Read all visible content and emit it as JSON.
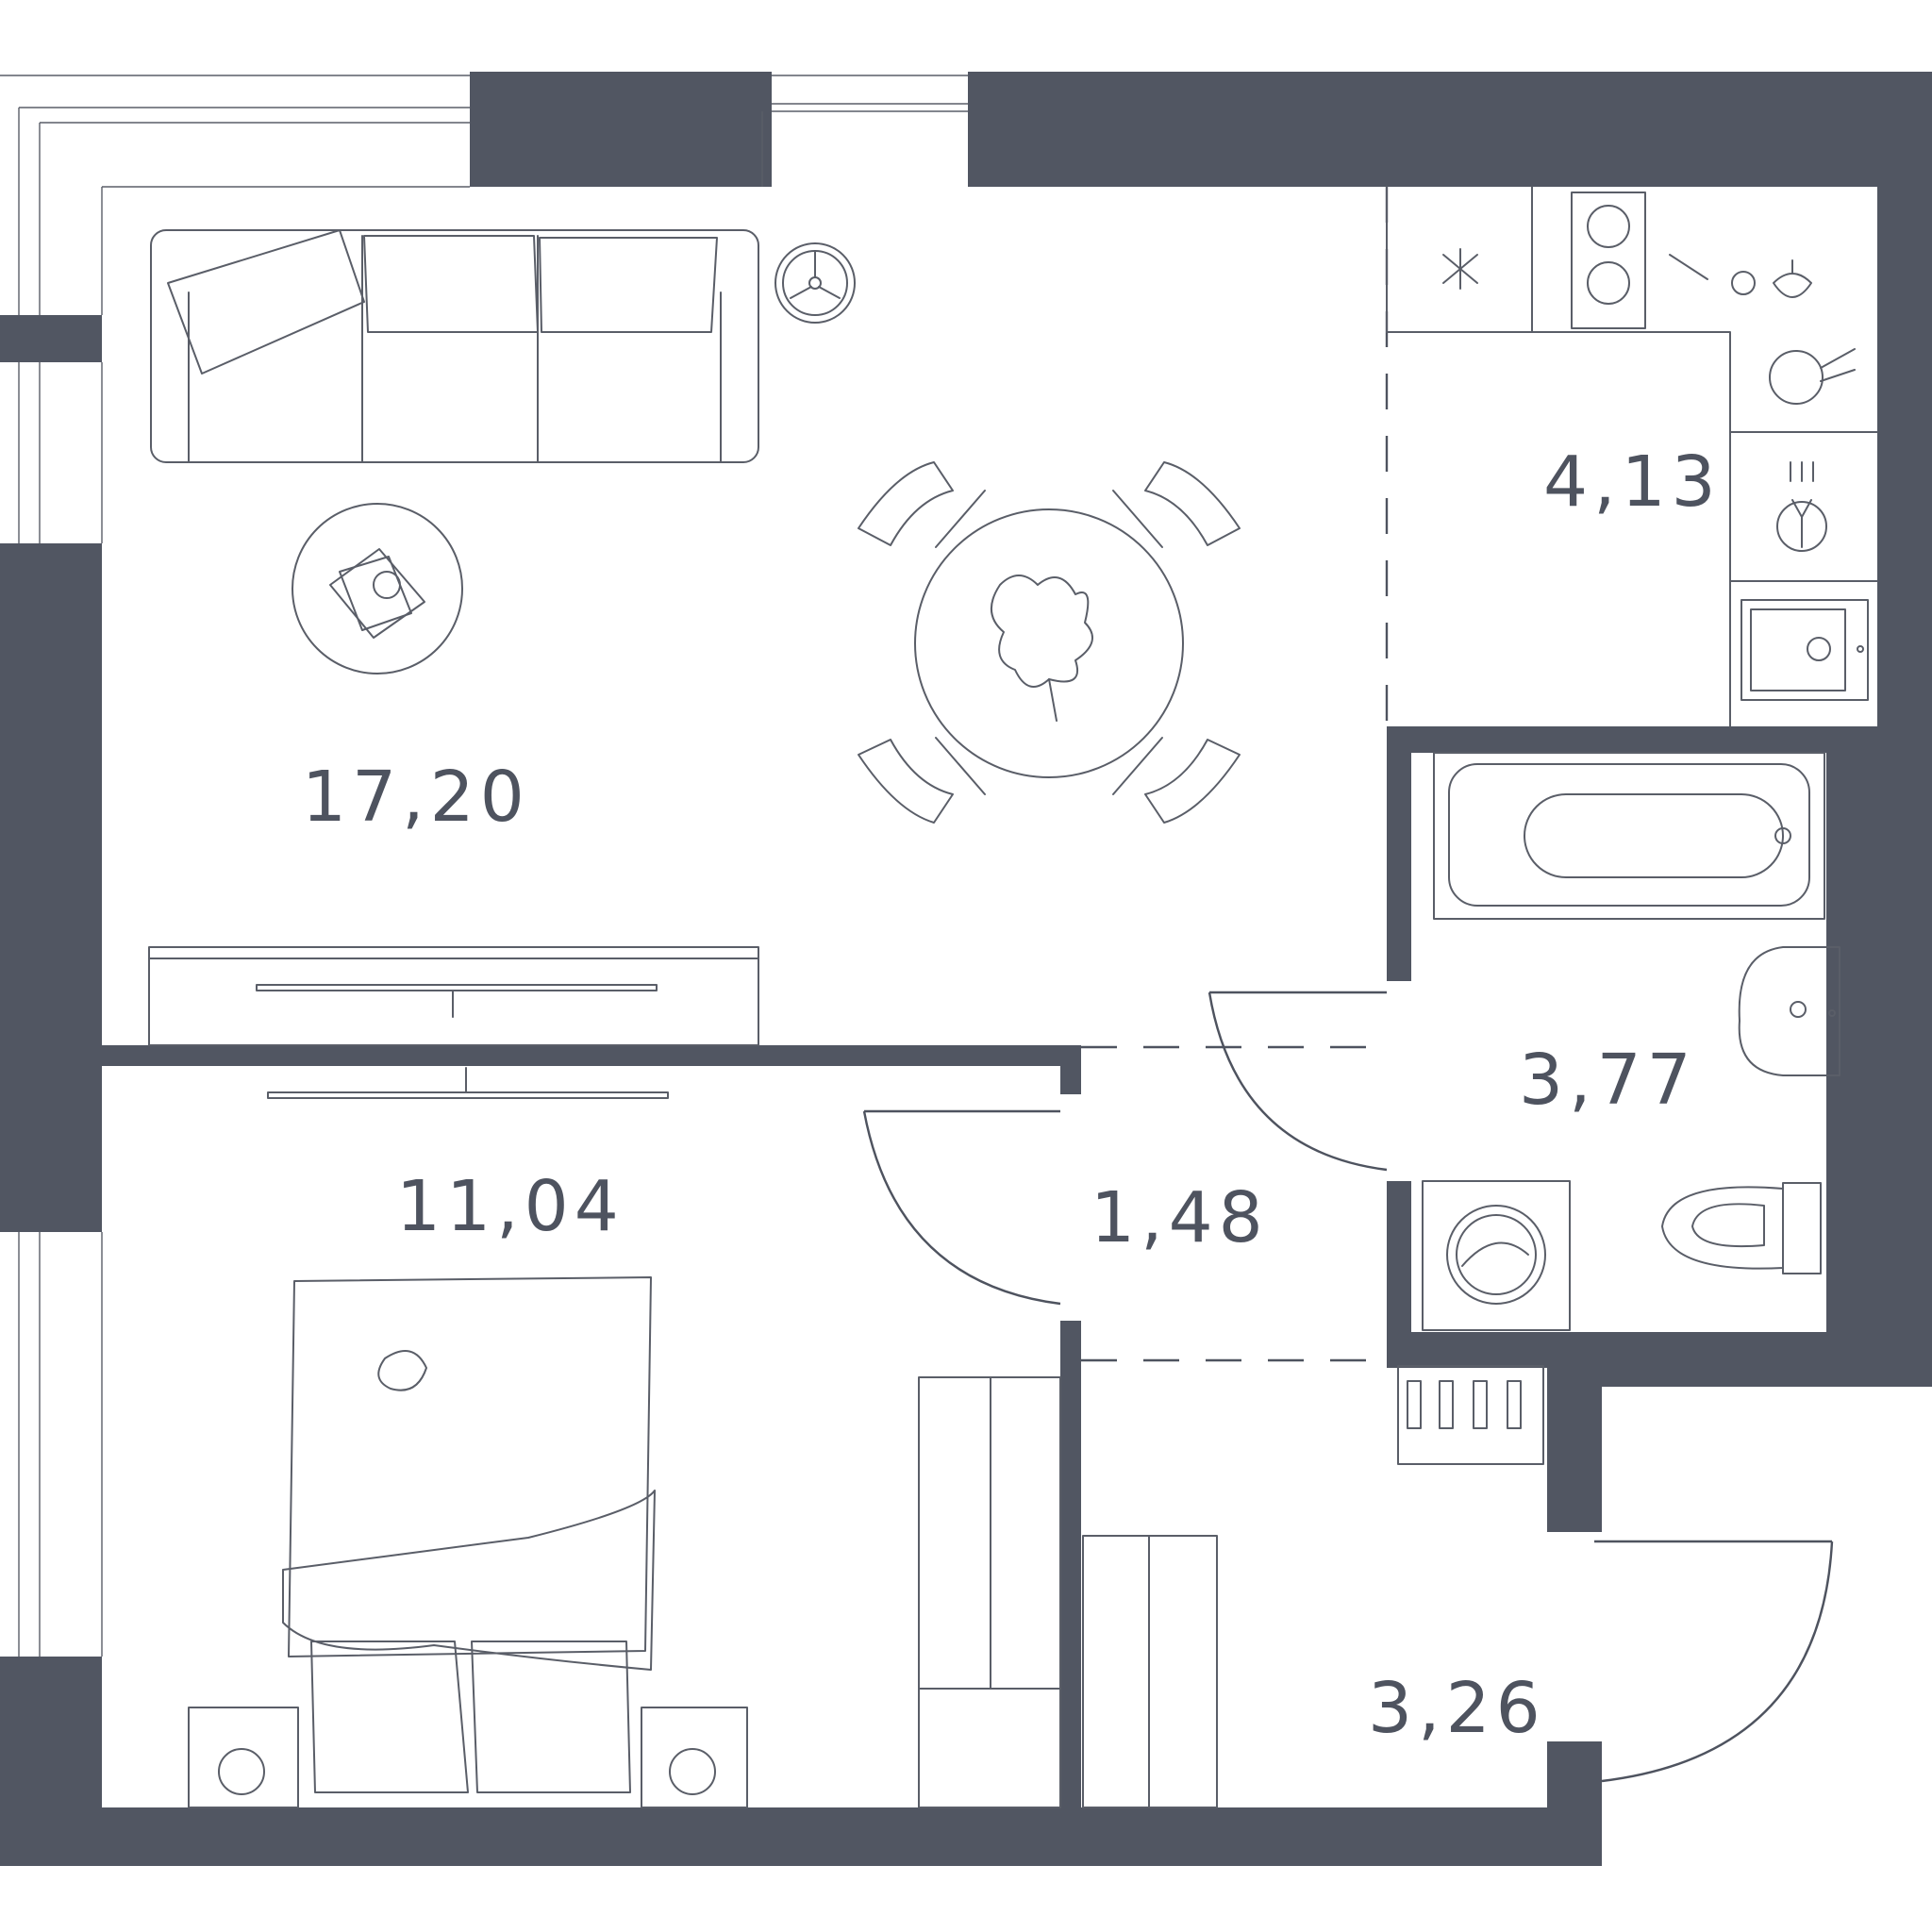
{
  "colors": {
    "wall": "#515662",
    "background": "#ffffff",
    "furniture_stroke": "#5a5e68",
    "label": "#4e535f"
  },
  "rooms": [
    {
      "id": "living",
      "name": "",
      "area": "17,20"
    },
    {
      "id": "bedroom",
      "name": "",
      "area": "11,04"
    },
    {
      "id": "corridor",
      "name": "",
      "area": "1,48"
    },
    {
      "id": "kitchen",
      "name": "",
      "area": "4,13"
    },
    {
      "id": "bathroom",
      "name": "",
      "area": "3,77"
    },
    {
      "id": "hall",
      "name": "",
      "area": "3,26"
    }
  ],
  "icons": [
    "sofa-icon",
    "floor-lamp-icon",
    "coffee-table-icon",
    "dining-table-icon",
    "dining-chair-icon",
    "tv-stand-icon",
    "tv-icon",
    "bed-icon",
    "nightstand-icon",
    "wardrobe-icon",
    "fridge-icon",
    "cooktop-icon",
    "sink-icon",
    "bathtub-icon",
    "washbasin-icon",
    "toilet-icon",
    "washing-machine-icon",
    "shoe-rack-icon"
  ]
}
